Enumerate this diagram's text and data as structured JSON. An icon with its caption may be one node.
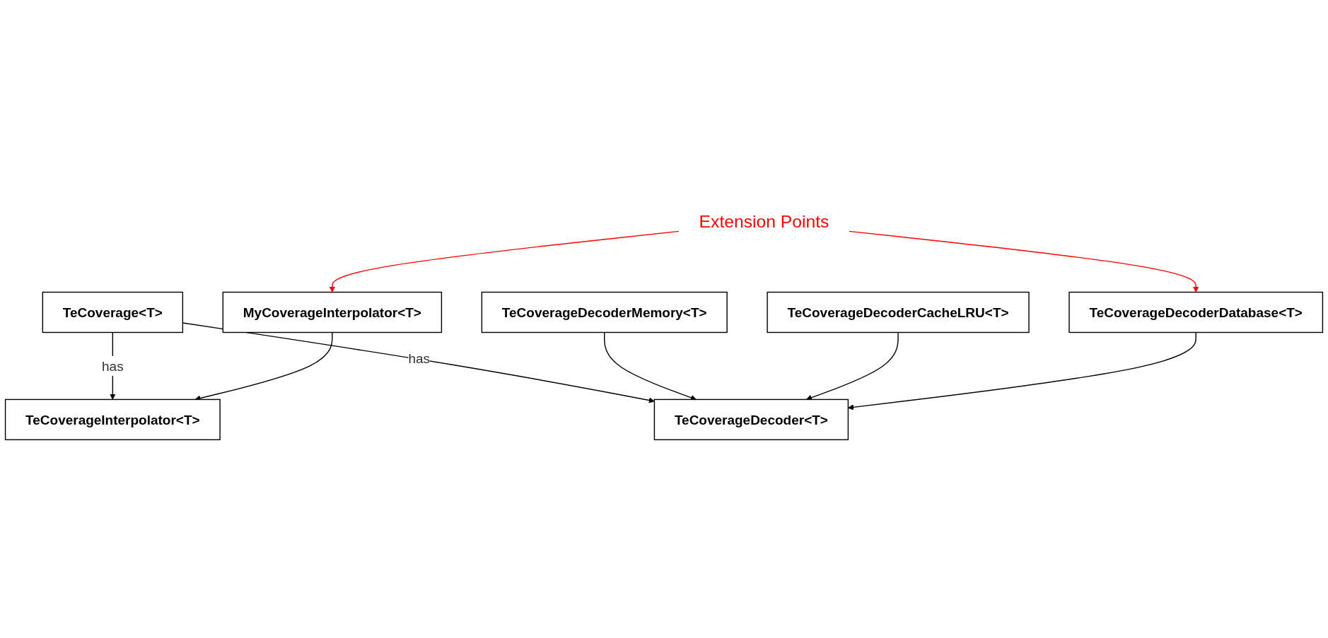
{
  "diagram": {
    "nodes": [
      {
        "text": [
          "TeCoverage<T>"
        ]
      },
      {
        "text": [
          "TeCoverageInterpolator<T>"
        ]
      },
      {
        "text": [
          "TeCoverageDecoder<T>"
        ]
      },
      {
        "text": [
          "MyCoverageInterpolator<T>"
        ]
      },
      {
        "text": [
          "TeCoverageDecoderMemory<T>"
        ]
      },
      {
        "text": [
          "TeCoverageDecoderCacheLRU<T>"
        ]
      },
      {
        "text": [
          "TeCoverageDecoderDatabase<T>"
        ]
      },
      {
        "text": [
          "Extension Points"
        ]
      }
    ],
    "edges": [
      {
        "from": 0,
        "to": 1,
        "arrow": "to",
        "label": "has"
      },
      {
        "from": 0,
        "to": 2,
        "arrow": "to",
        "label": "has"
      },
      {
        "from": 3,
        "to": 1,
        "arrow": "to"
      },
      {
        "from": 4,
        "to": 2,
        "arrow": "to"
      },
      {
        "from": 5,
        "to": 2,
        "arrow": "to"
      },
      {
        "from": 6,
        "to": 2,
        "arrow": "to"
      },
      {
        "from": 7,
        "to": 3,
        "arrow": "to",
        "color": "#ff0000"
      },
      {
        "from": 7,
        "to": 6,
        "arrow": "to",
        "color": "#ff0000"
      }
    ]
  }
}
